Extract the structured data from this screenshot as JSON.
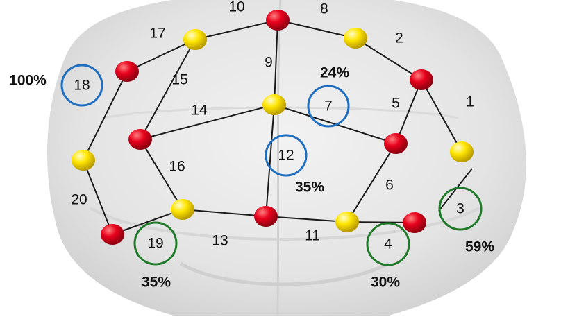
{
  "colors": {
    "node_red": "#e8001c",
    "node_yellow": "#ffe600",
    "edge": "#1a1a1a",
    "circle_blue": "#1f6fc0",
    "circle_green": "#1e7a28",
    "brain": "#e7e7e7"
  },
  "edge_labels": [
    "10",
    "8",
    "17",
    "2",
    "9",
    "15",
    "1",
    "5",
    "14",
    "16",
    "6",
    "20",
    "13",
    "11"
  ],
  "circled_labels": [
    "18",
    "7",
    "12",
    "3",
    "19",
    "4"
  ],
  "percentages": [
    "100%",
    "24%",
    "35%",
    "59%",
    "35%",
    "30%"
  ]
}
